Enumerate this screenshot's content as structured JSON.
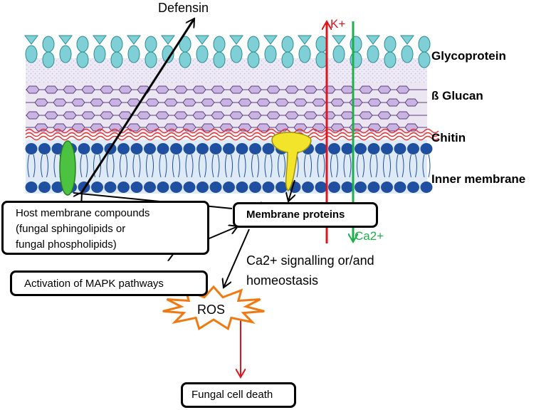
{
  "labels": {
    "defensin": "Defensin",
    "k_plus": "K+",
    "ca2_plus": "Ca2+",
    "glycoprotein": "Glycoprotein",
    "beta_glucan": "ß Glucan",
    "chitin": "Chitin",
    "inner_membrane": "Inner membrane",
    "ros": "ROS",
    "ca_signalling_line1": "Ca2+ signalling or/and",
    "ca_signalling_line2": "homeostasis"
  },
  "boxes": {
    "host_membrane_line1": "Host membrane compounds",
    "host_membrane_line2": "(fungal sphingolipids or",
    "host_membrane_line3": "fungal phospholipids)",
    "membrane_proteins": "Membrane proteins",
    "mapk": "Activation of MAPK pathways",
    "cell_death": "Fungal cell death"
  },
  "colors": {
    "glycoprotein": "#7fd0d6",
    "glucan": "#c9b3e3",
    "chitin": "#e53030",
    "membrane_head": "#1f4fa0",
    "membrane_tail": "#b7d2ee",
    "green_protein": "#4cc241",
    "yellow_protein": "#f1e42a",
    "k_line": "#e0141c",
    "ca_line": "#1fae4c",
    "ros_border": "#f07a12"
  }
}
